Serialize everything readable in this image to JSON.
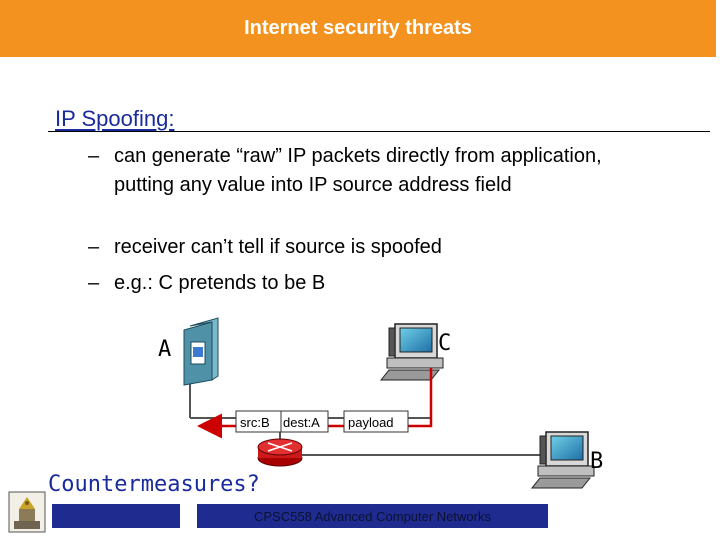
{
  "title": "Internet security threats",
  "heading": "IP Spoofing:",
  "bullets": [
    {
      "dash": "–",
      "text": "can generate “raw” IP packets directly from application, putting any value into IP source address field"
    },
    {
      "dash": "–",
      "text": "receiver can’t tell if source is spoofed"
    },
    {
      "dash": "–",
      "text": "e.g.: C pretends to be B"
    }
  ],
  "diagram": {
    "host_a": "A",
    "host_c": "C",
    "host_b": "B",
    "packet_src": "src:B",
    "packet_dest": "dest:A",
    "packet_payload": "payload",
    "arrow_color": "#cc0000",
    "router_color": "#cc0000"
  },
  "countermeasures": "Countermeasures?",
  "footer": "CPSC558 Advanced Computer Networks",
  "colors": {
    "title_bar": "#f3921f",
    "heading": "#1a2b9b",
    "footer": "#1f2b8f"
  }
}
